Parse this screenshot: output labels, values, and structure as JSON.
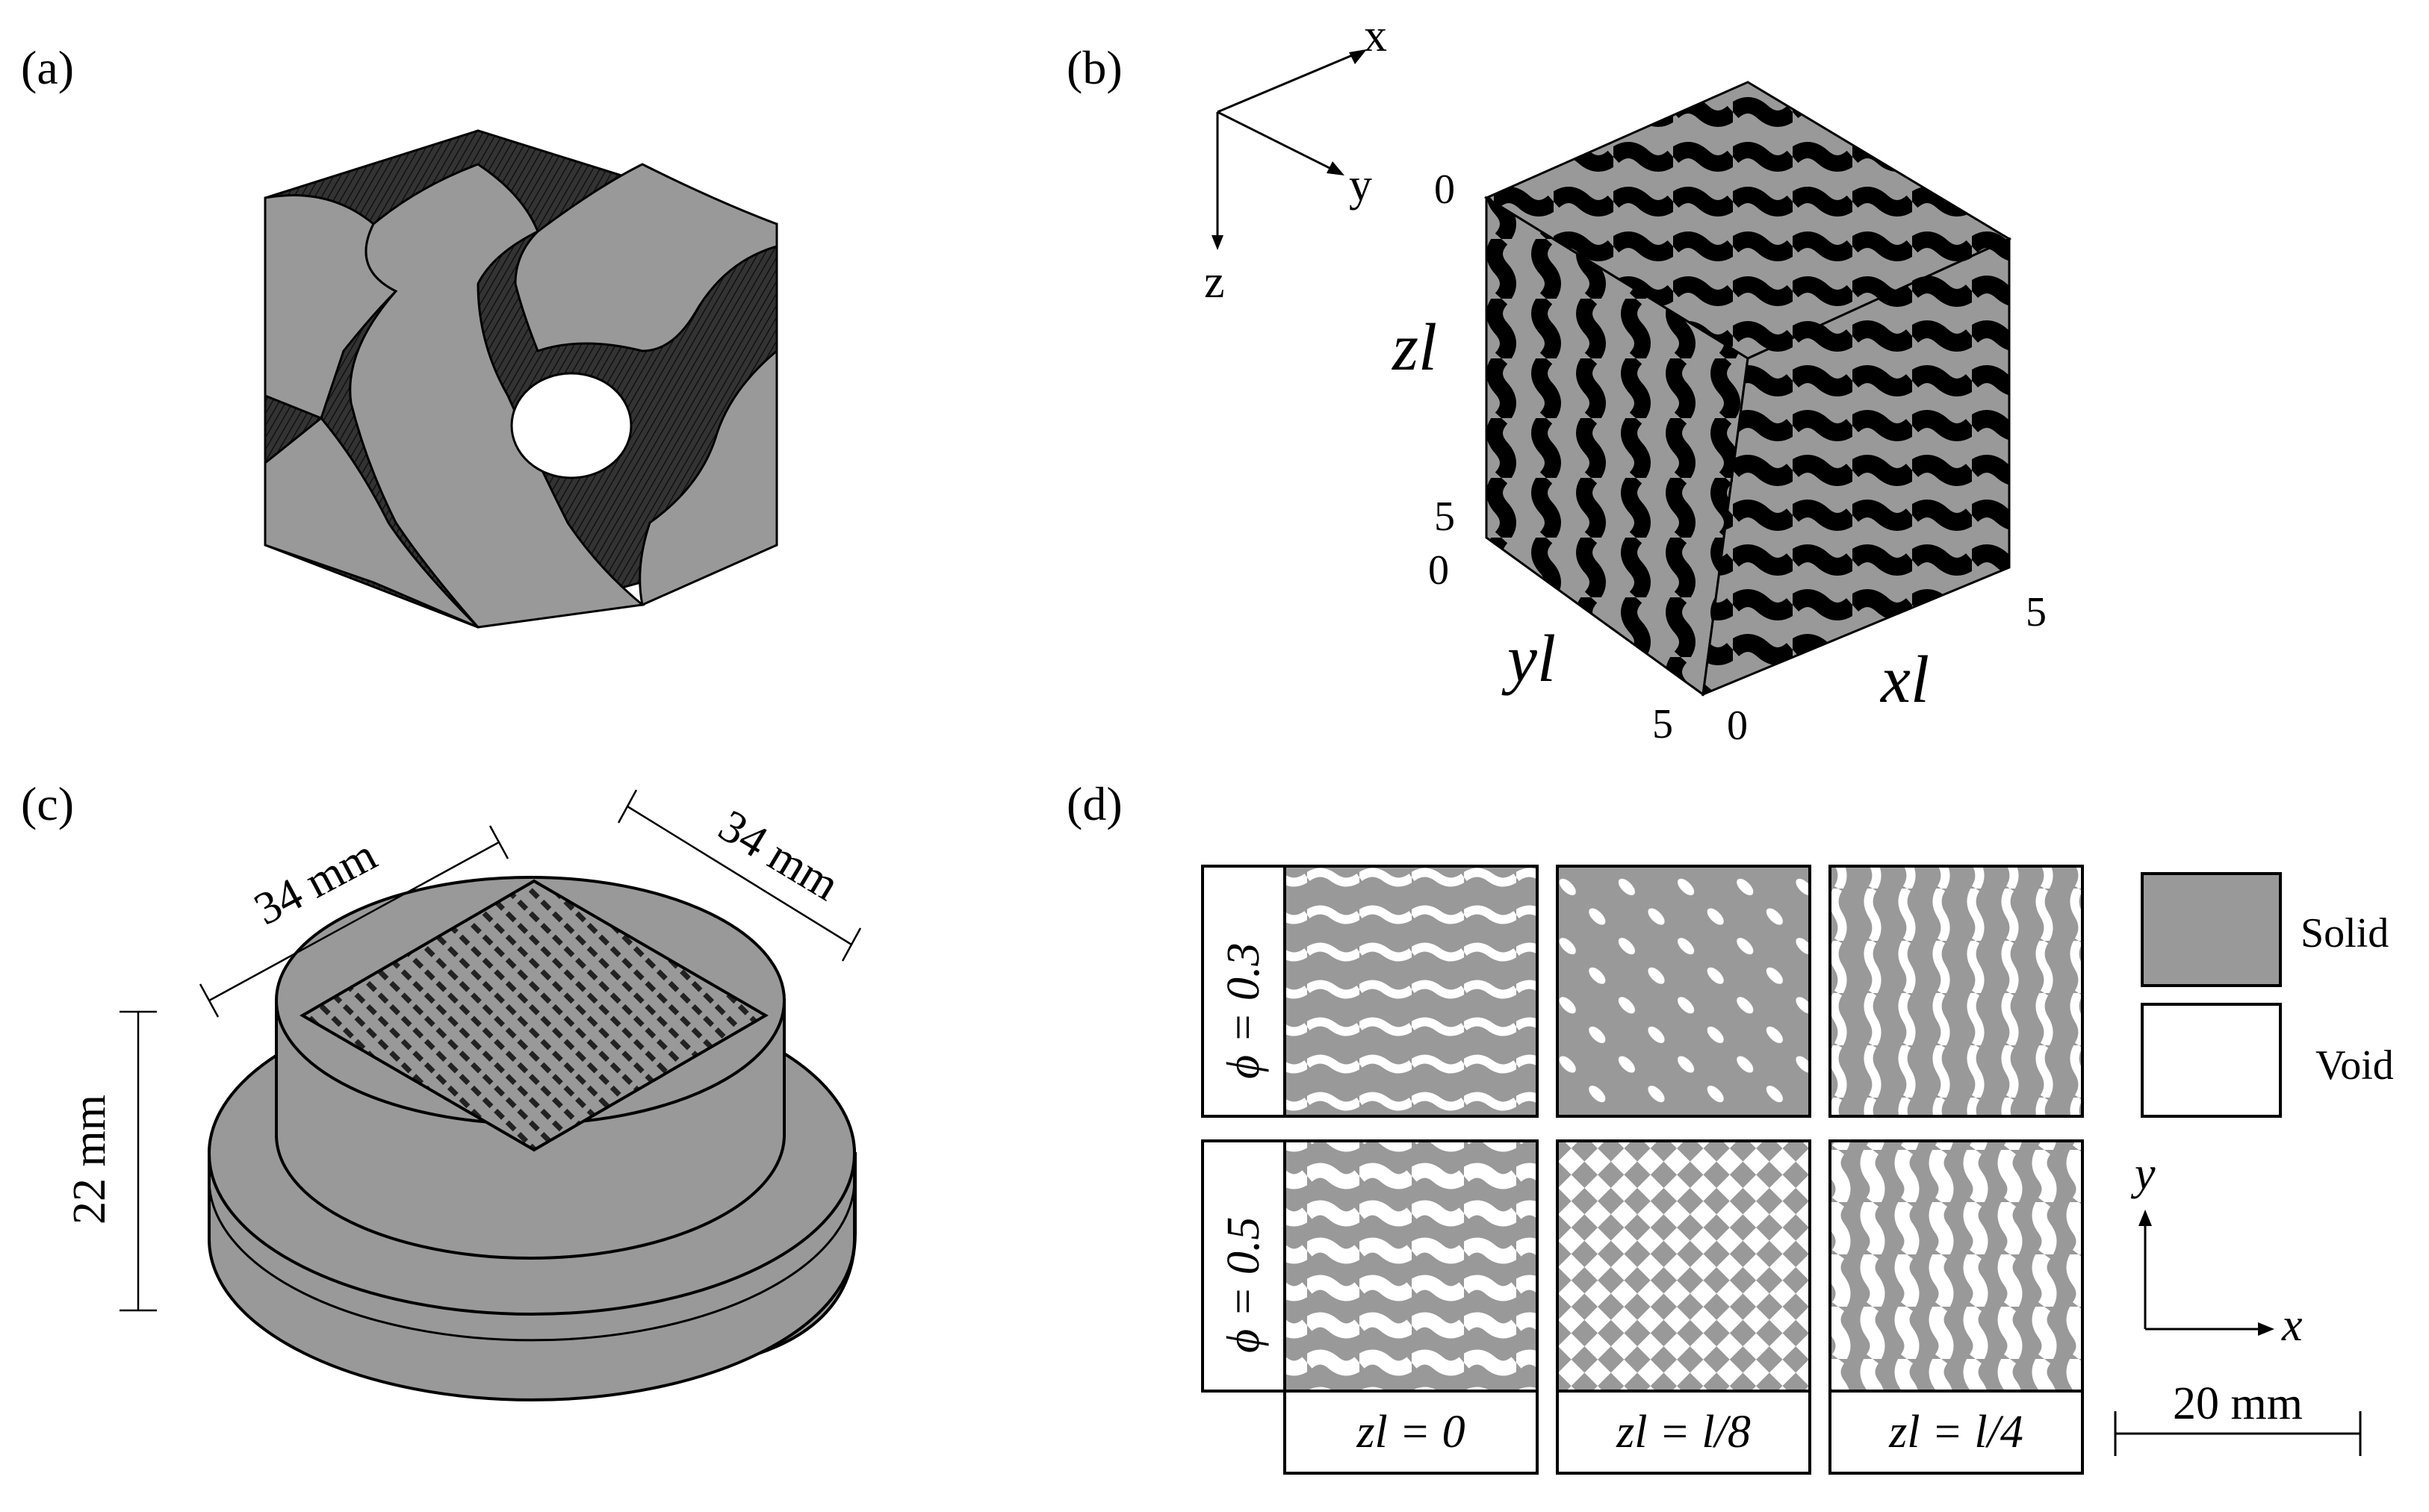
{
  "panels": {
    "a": {
      "label": "(a)"
    },
    "b": {
      "label": "(b)",
      "axes": {
        "x": "x",
        "y": "y",
        "z": "z"
      },
      "cube": {
        "z_label": "zl",
        "y_label": "yl",
        "x_label": "xl",
        "ticks": {
          "z0": "0",
          "z5": "5",
          "y0": "0",
          "y5": "5",
          "x0": "0",
          "x5": "5"
        }
      }
    },
    "c": {
      "label": "(c)",
      "dims": {
        "left_width": "34 mm",
        "right_width": "34 mm",
        "height": "22 mm"
      }
    },
    "d": {
      "label": "(d)",
      "rows": [
        {
          "label": "ϕ = 0.3",
          "phi": 0.3
        },
        {
          "label": "ϕ = 0.5",
          "phi": 0.5
        }
      ],
      "columns": [
        {
          "caption": "zl = 0"
        },
        {
          "caption": "zl = l/8"
        },
        {
          "caption": "zl = l/4"
        }
      ],
      "legend": [
        {
          "label": "Solid",
          "color": "#999999"
        },
        {
          "label": "Void",
          "color": "#ffffff"
        }
      ],
      "axes": {
        "x": "x",
        "y": "y"
      },
      "scale_bar": "20 mm"
    }
  },
  "colors": {
    "solid": "#999999",
    "void": "#ffffff",
    "ink": "#000000"
  }
}
